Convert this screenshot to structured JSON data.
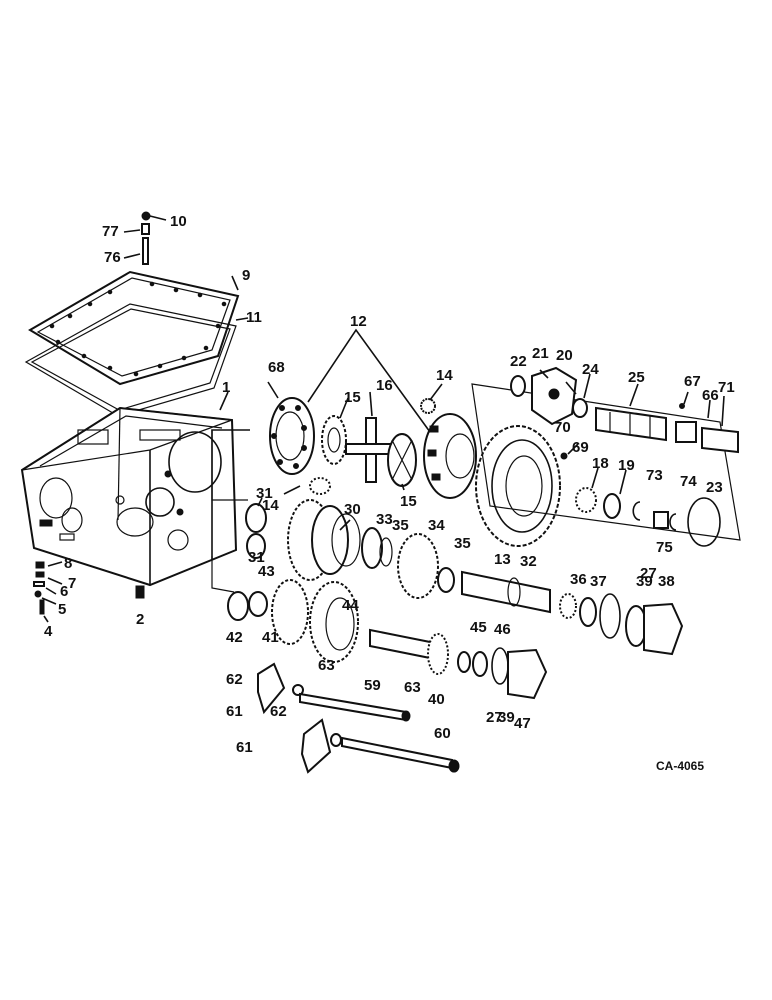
{
  "diagram": {
    "code": "CA-4065",
    "labels": [
      "1",
      "2",
      "4",
      "5",
      "6",
      "7",
      "8",
      "9",
      "10",
      "11",
      "12",
      "13",
      "14",
      "14",
      "15",
      "15",
      "16",
      "18",
      "19",
      "20",
      "21",
      "22",
      "23",
      "24",
      "25",
      "27",
      "27",
      "30",
      "31",
      "31",
      "32",
      "33",
      "34",
      "35",
      "35",
      "36",
      "37",
      "38",
      "39",
      "39",
      "40",
      "41",
      "42",
      "43",
      "44",
      "45",
      "46",
      "47",
      "59",
      "60",
      "61",
      "61",
      "62",
      "62",
      "63",
      "63",
      "66",
      "67",
      "68",
      "69",
      "70",
      "71",
      "73",
      "74",
      "75",
      "76",
      "77"
    ]
  }
}
